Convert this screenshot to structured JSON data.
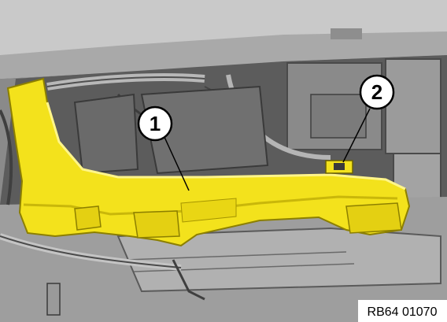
{
  "figure": {
    "callouts": [
      {
        "label": "1",
        "part": "yellow-air-duct"
      },
      {
        "label": "2",
        "part": "duct-fastener-clip"
      }
    ],
    "reference_code": "RB64 01070",
    "colors": {
      "highlight_part": "#f3e21c",
      "highlight_shadow": "#c9b70a",
      "background_dark": "#6f6f6f",
      "background_mid": "#9a9a9a",
      "background_light": "#c6c6c6",
      "callout_fill": "#ffffff",
      "callout_stroke": "#000000"
    }
  }
}
